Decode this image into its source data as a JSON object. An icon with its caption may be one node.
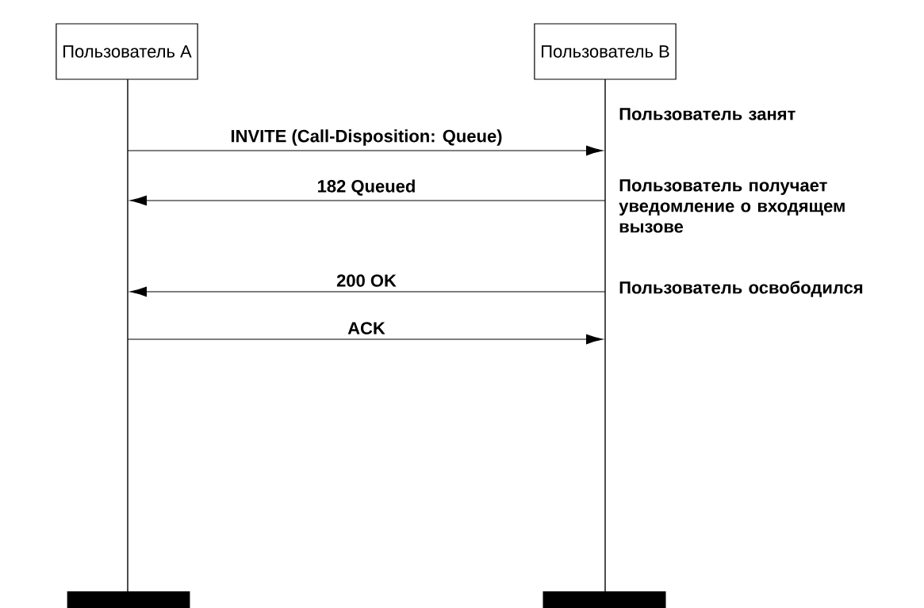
{
  "diagram": {
    "nodes": [
      {
        "text": [
          "Пользователь A"
        ]
      },
      {
        "text": [
          "Пользователь B"
        ]
      },
      {
        "text": [],
        "shape": "line"
      },
      {
        "text": [],
        "shape": "line"
      },
      {
        "text": [],
        "shape": "bar"
      },
      {
        "text": [],
        "shape": "bar"
      }
    ],
    "edges": [
      {
        "from": 2,
        "to": 3,
        "arrow": "to",
        "label": "INVITE (Call-Disposition: Queue)"
      },
      {
        "from": 3,
        "to": 2,
        "arrow": "to",
        "label": "182 Queued"
      },
      {
        "from": 3,
        "to": 2,
        "arrow": "to",
        "label": "200 OK"
      },
      {
        "from": 2,
        "to": 3,
        "arrow": "to",
        "label": "ACK"
      }
    ],
    "labels": [
      "Пользователь занят",
      "Пользователь получает уведомление о входящем вызове",
      "Пользователь освободился"
    ]
  }
}
